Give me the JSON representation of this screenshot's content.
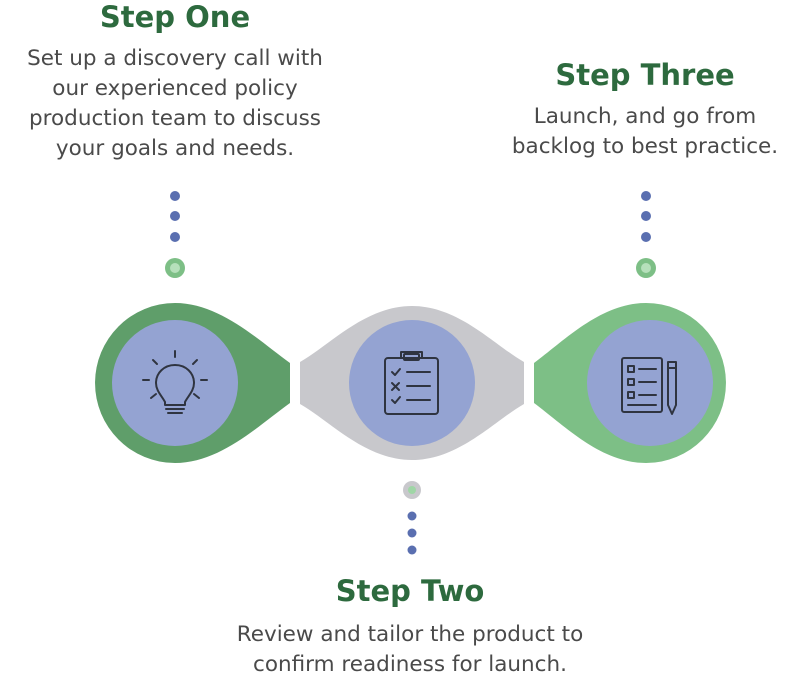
{
  "steps": {
    "one": {
      "title": "Step One",
      "description": "Set up a discovery call with\nour experienced policy\nproduction team to discuss\nyour goals and needs.",
      "icon": "lightbulb-icon"
    },
    "two": {
      "title": "Step Two",
      "description": "Review and tailor the product to\nconfirm readiness for launch.",
      "icon": "clipboard-checklist-icon"
    },
    "three": {
      "title": "Step Three",
      "description": "Launch, and go from\nbacklog to best practice.",
      "icon": "document-pencil-icon"
    }
  },
  "colors": {
    "title_green": "#2d6a3e",
    "ring_dark_green": "#5f9e6a",
    "ring_gray": "#c8c8cc",
    "ring_light_green": "#7dbf86",
    "inner_circle": "#94a3d2",
    "dot_blue": "#5a6fb0",
    "icon_stroke": "#2f3440"
  }
}
